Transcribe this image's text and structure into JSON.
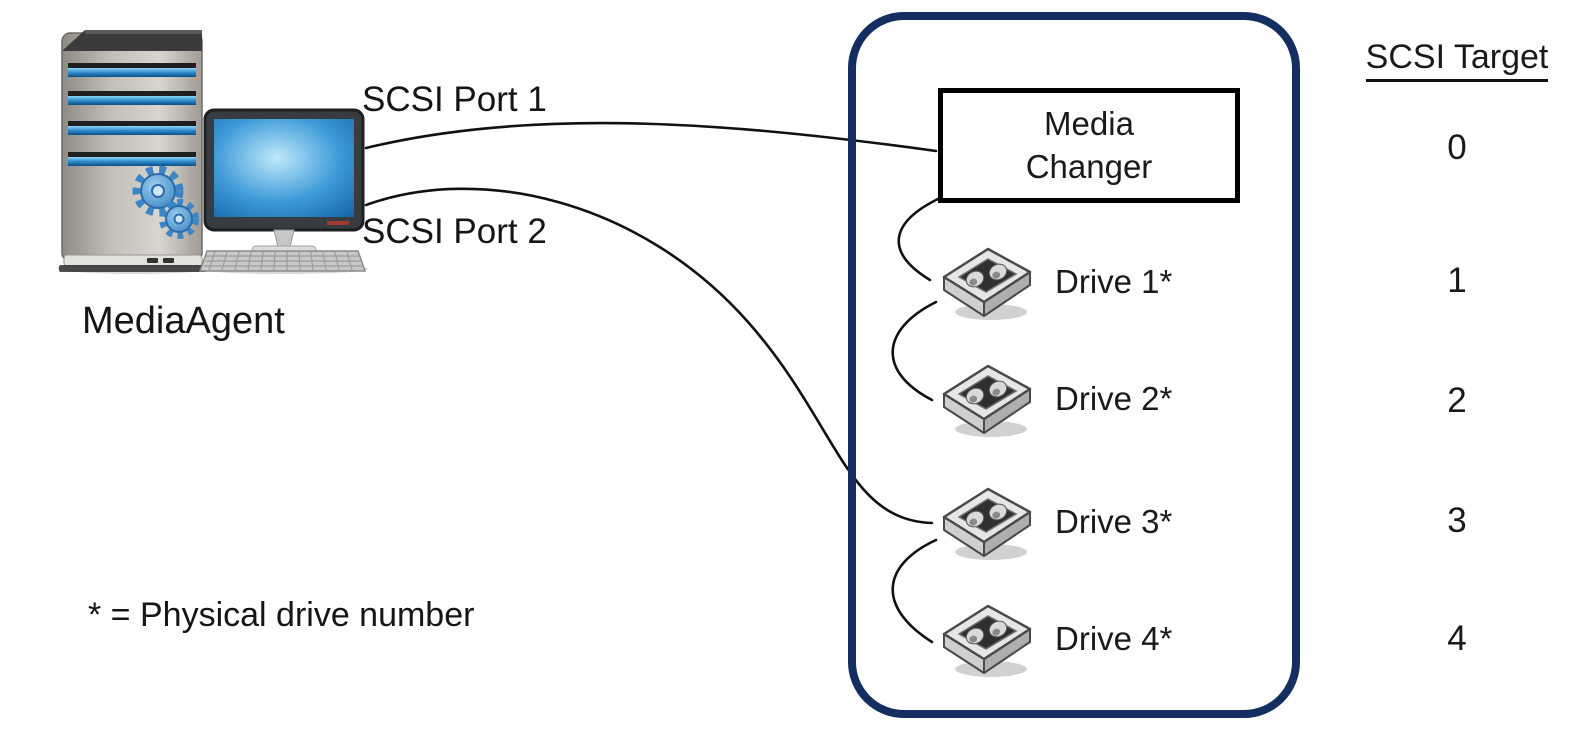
{
  "media_agent": {
    "label": "MediaAgent",
    "icon": "server-and-desktop-computer-icon"
  },
  "ports": [
    {
      "label": "SCSI Port 1"
    },
    {
      "label": "SCSI Port 2"
    }
  ],
  "library": {
    "media_changer": {
      "label": "Media Changer",
      "scsi_target": "0"
    },
    "drives": [
      {
        "label": "Drive 1*",
        "icon": "tape-drive-icon",
        "scsi_target": "1"
      },
      {
        "label": "Drive 2*",
        "icon": "tape-drive-icon",
        "scsi_target": "2"
      },
      {
        "label": "Drive 3*",
        "icon": "tape-drive-icon",
        "scsi_target": "3"
      },
      {
        "label": "Drive 4*",
        "icon": "tape-drive-icon",
        "scsi_target": "4"
      }
    ]
  },
  "scsi_target_column": {
    "header": "SCSI Target"
  },
  "footnote": "* = Physical drive number",
  "colors": {
    "library_border": "#152e62",
    "box_border": "#000000",
    "connector": "#111111",
    "text": "#1a1a1a",
    "stripe_blue": "#2f8ccd",
    "gear_blue": "#4090d6"
  }
}
